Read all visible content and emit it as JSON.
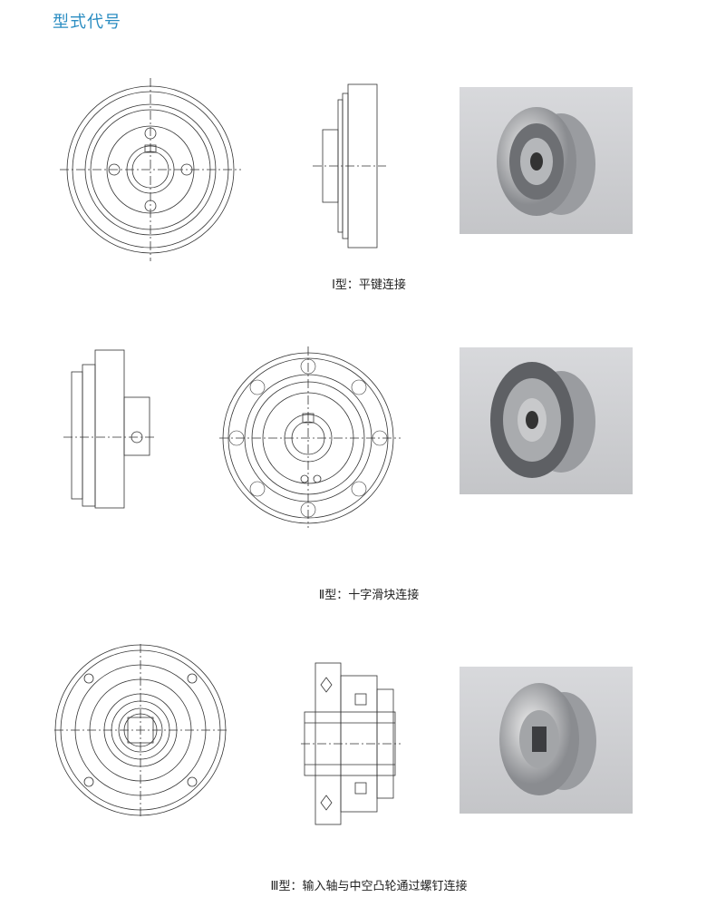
{
  "title": "型式代号",
  "sections": [
    {
      "caption": "Ⅰ型：平键连接"
    },
    {
      "caption": "Ⅱ型：十字滑块连接"
    },
    {
      "caption": "Ⅲ型：输入轴与中空凸轮通过螺钉连接"
    }
  ]
}
